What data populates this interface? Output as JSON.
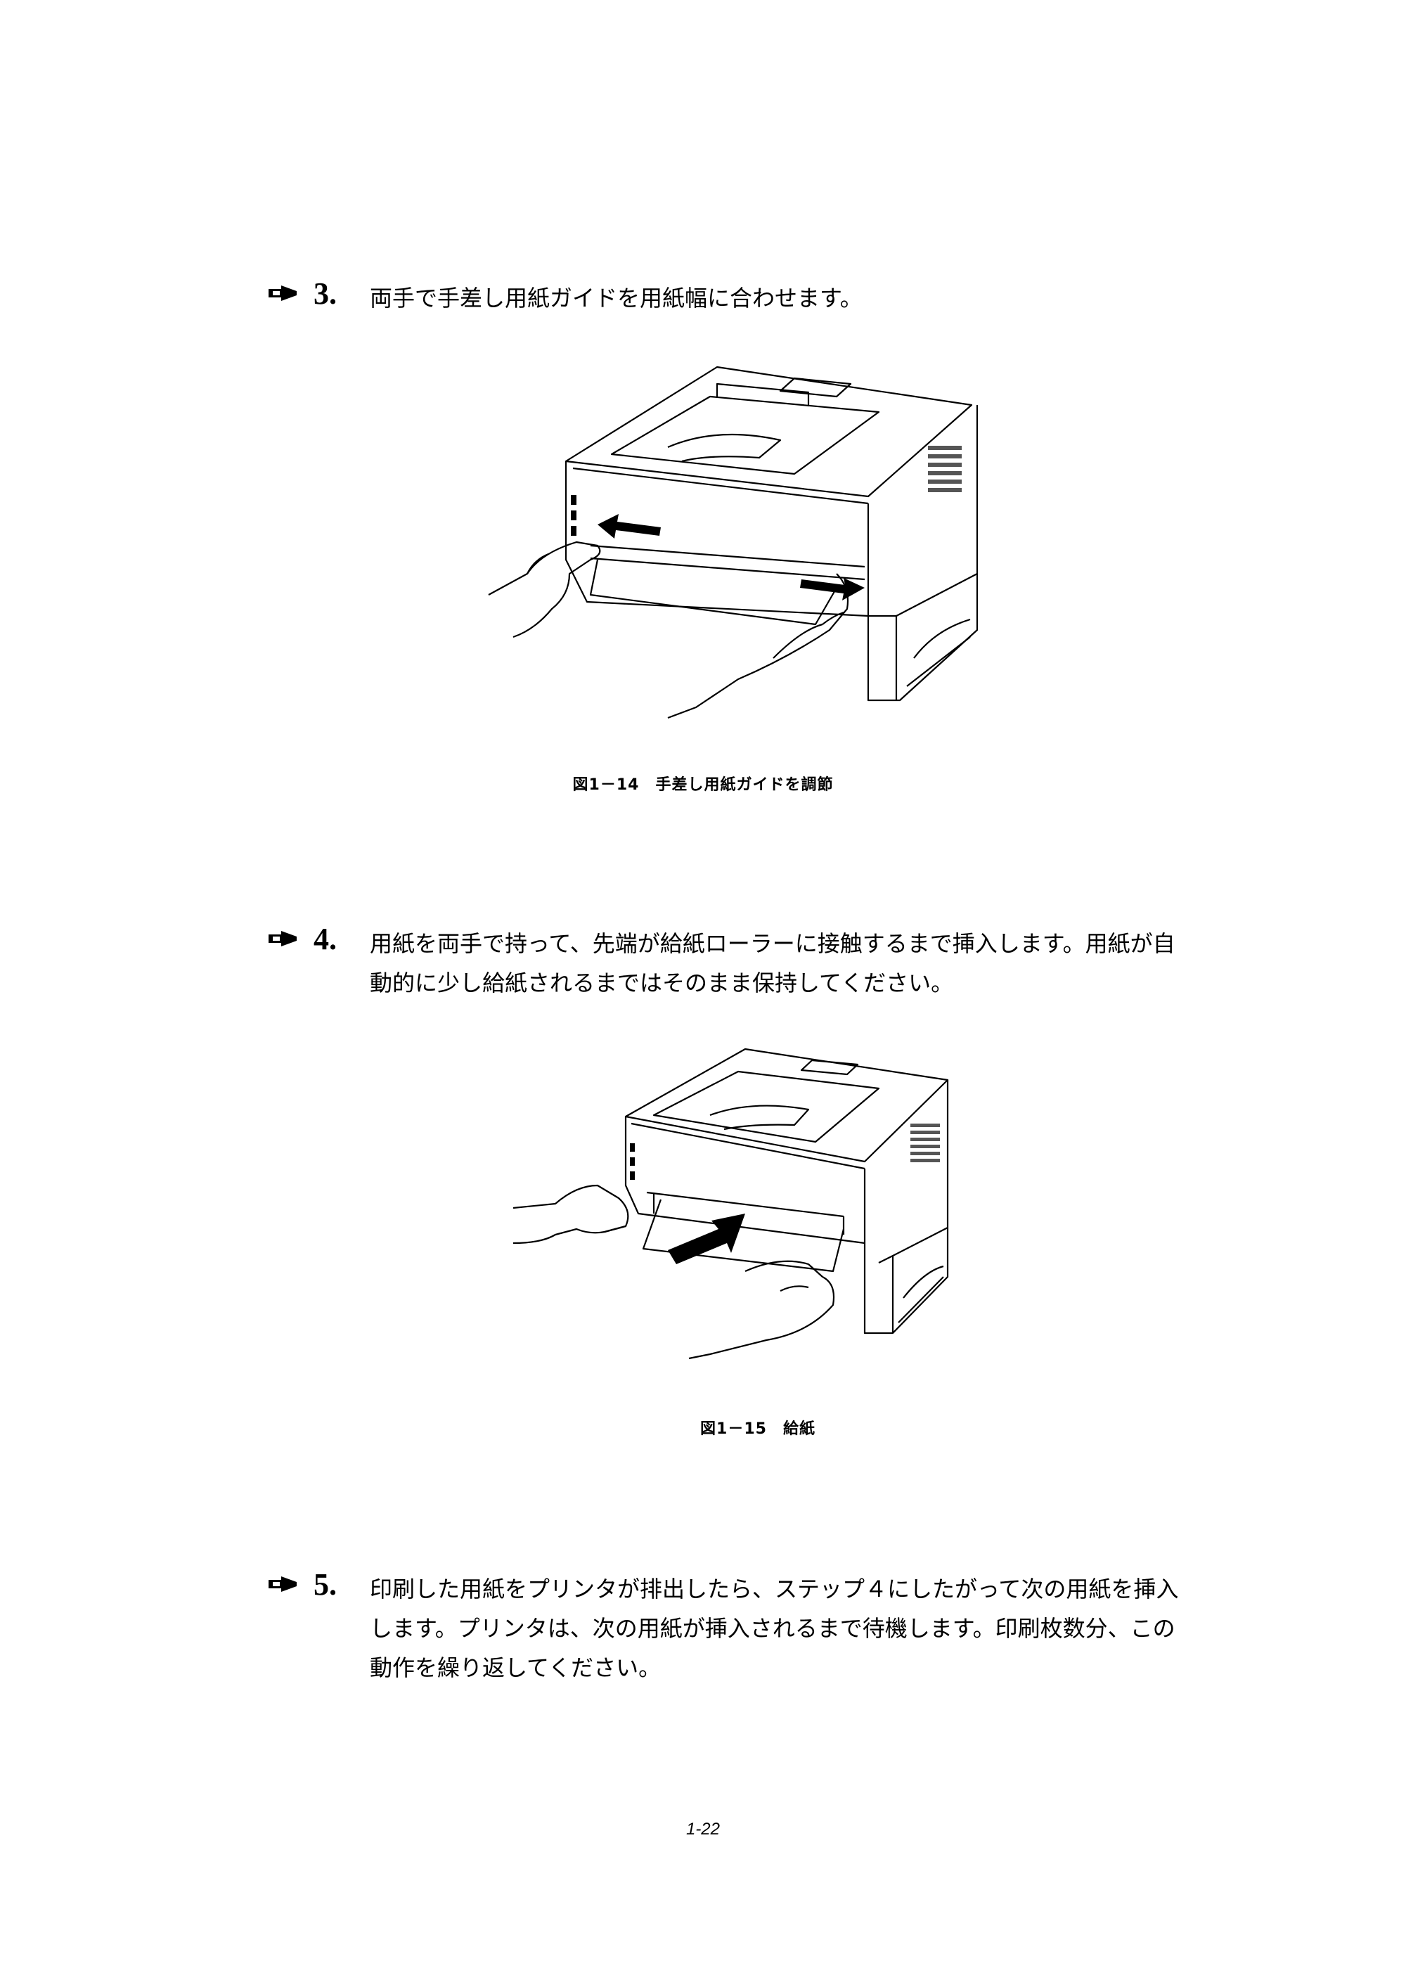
{
  "steps": [
    {
      "number": "3.",
      "lines": [
        "両手で手差し用紙ガイドを用紙幅に合わせます。"
      ]
    },
    {
      "number": "4.",
      "lines": [
        "用紙を両手で持って、先端が給紙ローラーに接触するまで挿入します。用紙が自",
        "動的に少し給紙されるまではそのまま保持してください。"
      ]
    },
    {
      "number": "5.",
      "lines": [
        "印刷した用紙をプリンタが排出したら、ステップ４にしたがって次の用紙を挿入",
        "します。プリンタは、次の用紙が挿入されるまで待機します。印刷枚数分、この",
        "動作を繰り返してください。"
      ]
    }
  ],
  "figures": [
    {
      "caption": "図1－14　手差し用紙ガイドを調節"
    },
    {
      "caption": "図1－15　給紙"
    }
  ],
  "page_number": "1-22",
  "icons": {
    "step_marker": "pointing-hand-icon"
  }
}
